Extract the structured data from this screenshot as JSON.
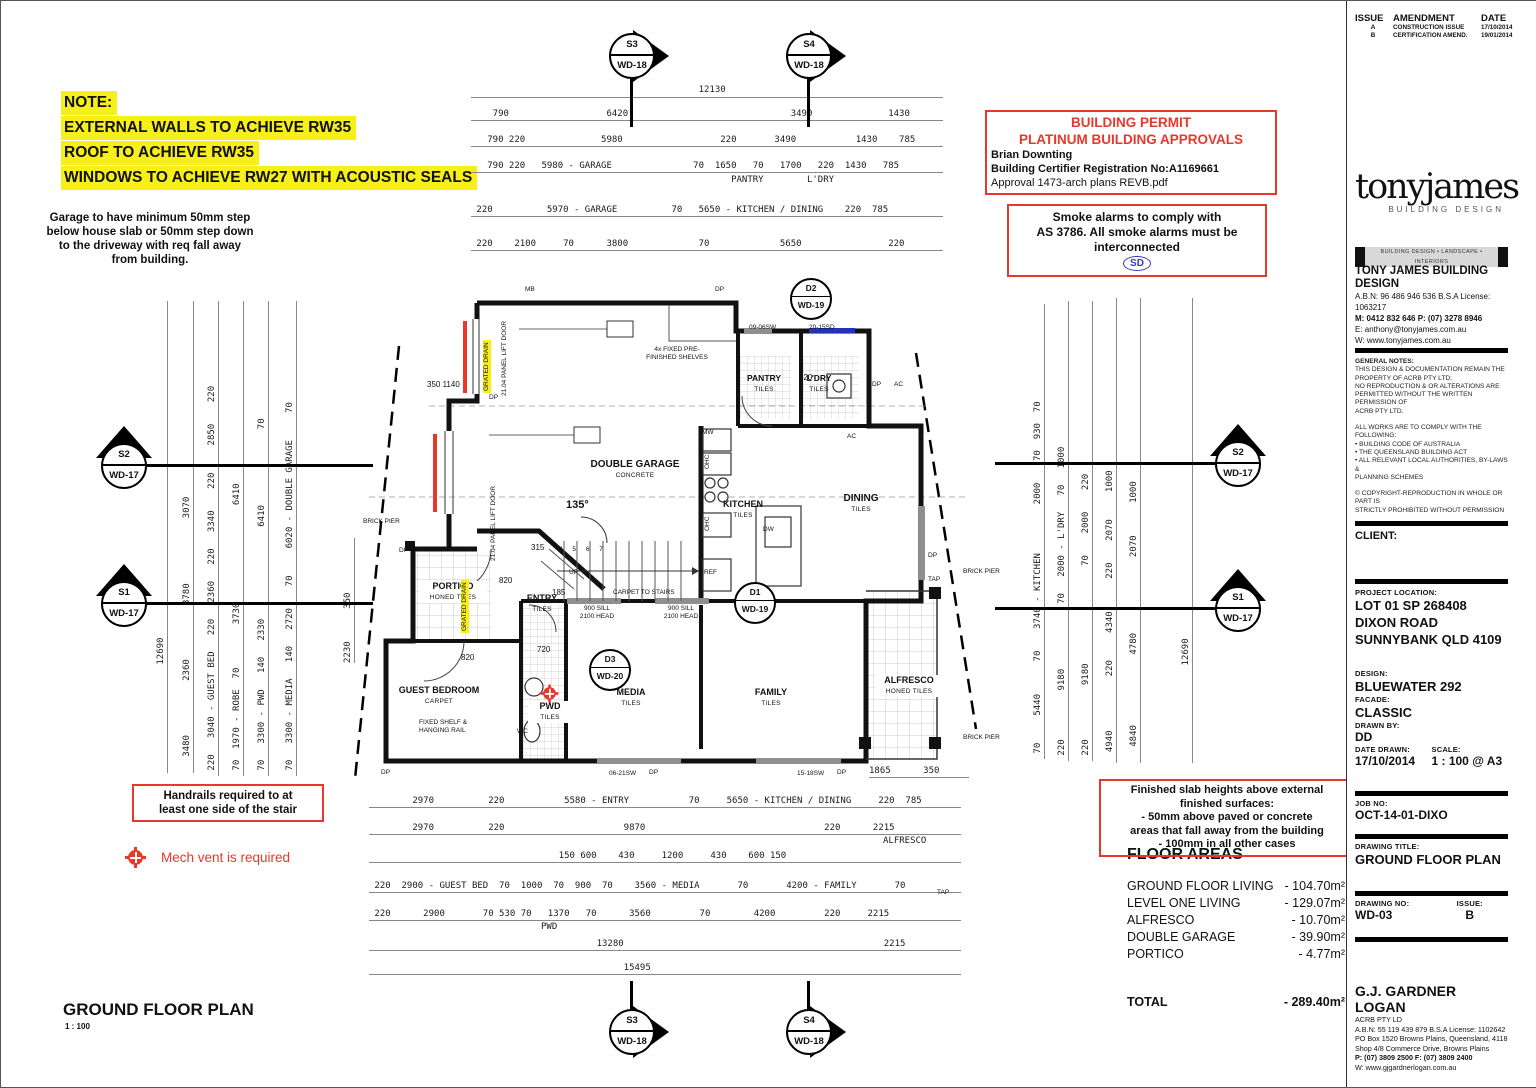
{
  "colors": {
    "red": "#e8382c",
    "yellow": "#f7ef19",
    "blue_window": "#2233bb",
    "wall": "#111111"
  },
  "notes": {
    "acoustic": {
      "l0": "NOTE:",
      "l1": "EXTERNAL WALLS TO ACHIEVE RW35",
      "l2": "ROOF TO ACHIEVE RW35",
      "l3": "WINDOWS TO ACHIEVE RW27 WITH ACOUSTIC SEALS"
    },
    "garage_step": "Garage to have minimum 50mm step below house slab or 50mm step down to the driveway with req fall away from building.",
    "handrail": {
      "l1": "Handrails required to at",
      "l2": "least one side of the stair"
    },
    "mech_vent": "Mech vent is required",
    "slab": {
      "l1": "Finished slab heights above external",
      "l2": "finished surfaces:",
      "l3": "- 50mm above paved or concrete",
      "l4": "areas that fall away from the building",
      "l5": "- 100mm in all other cases"
    }
  },
  "permit_box": {
    "title1": "BUILDING PERMIT",
    "title2": "PLATINUM BUILDING APPROVALS",
    "line1": "Brian Downting",
    "line2": "Building Certifier Registration No:A1169661",
    "line3": "Approval 1473-arch plans REVB.pdf"
  },
  "smoke_box": {
    "l1": "Smoke alarms to comply with",
    "l2": "AS 3786. All smoke alarms must be",
    "l3": "interconnected",
    "badge": "SD"
  },
  "floor_areas": {
    "title": "FLOOR AREAS",
    "rows": [
      {
        "label": "GROUND FLOOR LIVING",
        "value": "- 104.70m²"
      },
      {
        "label": "LEVEL ONE LIVING",
        "value": "- 129.07m²"
      },
      {
        "label": "ALFRESCO",
        "value": "-  10.70m²"
      },
      {
        "label": "DOUBLE GARAGE",
        "value": "-  39.90m²"
      },
      {
        "label": "PORTICO",
        "value": "-   4.77m²"
      }
    ],
    "total_label": "TOTAL",
    "total_value": "- 289.40m²"
  },
  "footer": {
    "title": "GROUND FLOOR PLAN",
    "scale": "1 : 100"
  },
  "title_block": {
    "issue_table": {
      "h1": "ISSUE",
      "h2": "AMENDMENT",
      "h3": "DATE",
      "r1a": "A",
      "r1b": "CONSTRUCTION ISSUE",
      "r1c": "17/10/2014",
      "r2a": "B",
      "r2b": "CERTIFICATION AMEND.",
      "r2c": "19/01/2014"
    },
    "logo": {
      "brand": "tonyjames",
      "sub": "BUILDING DESIGN",
      "tagline": "BUILDING DESIGN • LANDSCAPE • INTERIORS"
    },
    "company": {
      "name": "TONY JAMES BUILDING DESIGN",
      "abn": "A.B.N: 96 486 946 536 B.S.A License: 1063217",
      "phone": "M: 0412 832 646 P: (07) 3278 8946",
      "email": "E: anthony@tonyjames.com.au",
      "web": "W: www.tonyjames.com.au"
    },
    "general_notes": {
      "hd": "GENERAL NOTES:",
      "n1": "THIS DESIGN & DOCUMENTATION REMAIN THE",
      "n2": "PROPERTY OF ACRB PTY LTD;",
      "n3": "NO REPRODUCTION & OR ALTERATIONS ARE",
      "n4": "PERMITTED WITHOUT THE WRITTEN PERMISSION OF",
      "n5": "ACRB PTY LTD.",
      "n6": "ALL WORKS ARE TO COMPLY WITH THE FOLLOWING:",
      "n7": "• BUILDING CODE OF AUSTRALIA",
      "n8": "• THE QUEENSLAND BUILDING ACT",
      "n9": "• ALL RELEVANT LOCAL AUTHORITIES, BY-LAWS &",
      "n10": "PLANNING SCHEMES",
      "n11": "© COPYRIGHT-REPRODUCTION IN WHOLE OR PART IS",
      "n12": "STRICTLY PROHIBITED WITHOUT PERMISSION"
    },
    "client_label": "CLIENT:",
    "project_location": {
      "label": "PROJECT LOCATION:",
      "l1": "LOT 01 SP 268408",
      "l2": "DIXON ROAD",
      "l3": "SUNNYBANK QLD 4109"
    },
    "design": {
      "design_label": "DESIGN:",
      "design": "BLUEWATER 292",
      "facade_label": "FACADE:",
      "facade": "CLASSIC",
      "drawn_label": "DRAWN BY:",
      "drawn": "DD",
      "date_label": "DATE DRAWN:",
      "date": "17/10/2014",
      "scale_label": "SCALE:",
      "scale": "1 : 100 @ A3"
    },
    "job": {
      "label": "JOB NO:",
      "value": "OCT-14-01-DIXO"
    },
    "dtitle": {
      "label": "DRAWING TITLE:",
      "value": "GROUND FLOOR PLAN"
    },
    "dno": {
      "label": "DRAWING NO:",
      "value": "WD-03",
      "issue_label": "ISSUE:",
      "issue": "B"
    },
    "builder": {
      "name": "G.J. GARDNER LOGAN",
      "l1": "ACRB PTY LD",
      "l2": "A.B.N: 55 119 439 879 B.S.A License: 1102642",
      "l3": "PO Box 1520 Browns Plains, Queensland, 4118",
      "l4": "Shop 4/8 Commerce Drive, Browns Plains",
      "l5": "P: (07) 3809 2500 F: (07) 3809 2400",
      "l6": "W: www.gjgardnerlogan.com.au"
    }
  },
  "dims": {
    "top": {
      "r1": "                                          12130",
      "r2": "    790                  6420                              3490              1430",
      "r3": "   790 220              5980                  220       3490           1430    785",
      "r4": "   790 220   5980 - GARAGE               70  1650   70   1700   220  1430   785",
      "r4b": "                                                PANTRY        L'DRY",
      "r5": " 220          5970 - GARAGE          70   5650 - KITCHEN / DINING    220  785",
      "r6": " 220    2100     70      3800             70             5650                220"
    },
    "bottom": {
      "b1": "        2970          220           5580 - ENTRY           70     5650 - KITCHEN / DINING     220  785",
      "b2": "        2970          220                      9870                                 220      2215",
      "b2b": "ALFRESCO",
      "b3": "                                   150 600    430     1200     430    600 150",
      "b4": " 220  2900 - GUEST BED  70  1000  70  900  70    3560 - MEDIA       70       4200 - FAMILY       70",
      "b5": " 220      2900       70 530 70   1370   70      3560         70        4200         220     2215",
      "b5b": "PWD",
      "b6": "                                          13280                                                2215",
      "b7": "                                               15495",
      "alf": "1865      350"
    },
    "left": {
      "c1": "                    12690",
      "c2": "   3480          2360          3780            3070",
      "c3": " 220   3040 - GUEST BED   220   2360   220   3340    220     2850    220",
      "c4": " 70  1970 - ROBE  70        3730                  6410",
      "c5": " 70   3300 - PWD   140   2330                 6410              70",
      "c6": " 70   3300 - MEDIA   140   2720    70     6020 - DOUBLE GARAGE     70",
      "c7": "2230      350"
    },
    "right": {
      "r1": " 70     5440      70    3740 - KITCHEN         2000    70  930  70",
      "r2": " 220         9180            70   2000 - L'DRY   70   1000",
      "r3": " 220          9180                  70    2000    220",
      "r4": "  4940          220     4340      220    2070     1000",
      "r5": "   4840             4780              2070      1000",
      "r6": "                  12690"
    }
  },
  "plan": {
    "rooms": {
      "garage": {
        "name": "DOUBLE GARAGE",
        "finish": "CONCRETE"
      },
      "pantry": {
        "name": "PANTRY",
        "finish": "TILES"
      },
      "ldry": {
        "name": "L'DRY",
        "finish": "TILES"
      },
      "kitchen": {
        "name": "KITCHEN",
        "finish": "TILES"
      },
      "dining": {
        "name": "DINING",
        "finish": "TILES"
      },
      "portico": {
        "name": "PORTICO",
        "finish": "HONED TILES"
      },
      "entry": {
        "name": "ENTRY",
        "finish": "TILES"
      },
      "guest": {
        "name": "GUEST BEDROOM",
        "finish": "CARPET"
      },
      "pwd": {
        "name": "PWD",
        "finish": "TILES"
      },
      "media": {
        "name": "MEDIA",
        "finish": "TILES"
      },
      "family": {
        "name": "FAMILY",
        "finish": "TILES"
      },
      "alfresco": {
        "name": "ALFRESCO",
        "finish": "HONED TILES"
      }
    },
    "markers": {
      "s3t": {
        "id": "S3",
        "code": "WD-18"
      },
      "s4t": {
        "id": "S4",
        "code": "WD-18"
      },
      "s3b": {
        "id": "S3",
        "code": "WD-18"
      },
      "s4b": {
        "id": "S4",
        "code": "WD-18"
      },
      "s2l": {
        "id": "S2",
        "code": "WD-17"
      },
      "s1l": {
        "id": "S1",
        "code": "WD-17"
      },
      "s2r": {
        "id": "S2",
        "code": "WD-17"
      },
      "s1r": {
        "id": "S1",
        "code": "WD-17"
      },
      "d1": {
        "id": "D1",
        "code": "WD-19"
      },
      "d2": {
        "id": "D2",
        "code": "WD-19"
      },
      "d3": {
        "id": "D3",
        "code": "WD-20"
      }
    },
    "labels": {
      "mb": "MB",
      "dp": "DP",
      "ac": "AC",
      "tap": "TAP",
      "mw": "MW",
      "ohc": "OHC",
      "ref": "REF",
      "dw": "DW",
      "wc": "WC",
      "up": "UP",
      "angle": "135°",
      "win_0906": "09-06SW",
      "win_2015": "20-15SD",
      "win_0621": "06-21SW",
      "win_1518": "15-18SW",
      "sill": "900 SILL",
      "head": "2100 HEAD",
      "panel_door": "21.04 PANEL LIFT DOOR",
      "grated_drain": "GRATED DRAIN",
      "brick_pier": "BRICK PIER",
      "shelves1": "4x FIXED PRE-",
      "shelves2": "FINISHED SHELVES",
      "carpet_stairs": "CARPET TO STAIRS",
      "fixed_shelf1": "FIXED SHELF &",
      "fixed_shelf2": "HANGING RAIL",
      "stair_nums": "4 5 6 7"
    },
    "small_dims": {
      "a": "350    1140",
      "b": "820",
      "c": "820",
      "d": "720",
      "e": "720",
      "f": "315",
      "g": "185"
    }
  }
}
